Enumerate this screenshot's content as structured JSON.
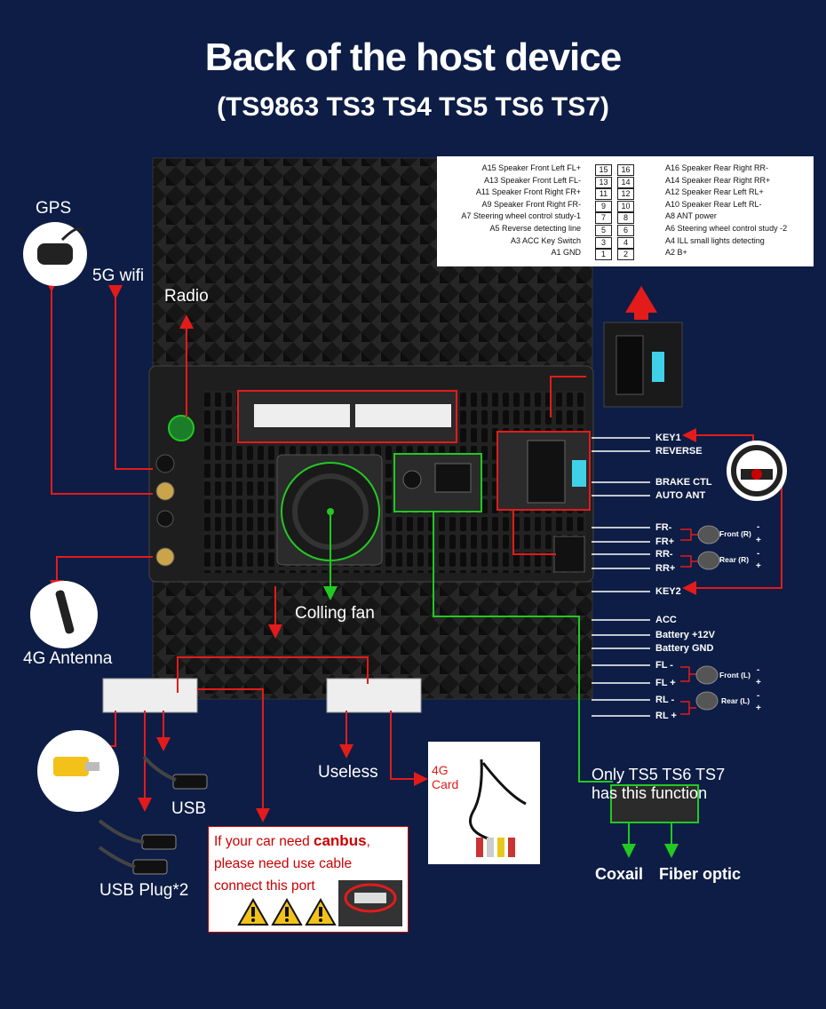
{
  "title": "Back of the host device",
  "subtitle": "(TS9863 TS3 TS4 TS5 TS6 TS7)",
  "pins_left": [
    {
      "label": "A15  Speaker Front Left FL+",
      "num": "15"
    },
    {
      "label": "A13  Speaker Front Left FL-",
      "num": "13"
    },
    {
      "label": "A11  Speaker Front Right FR+",
      "num": "11"
    },
    {
      "label": "A9    Speaker Front Right FR-",
      "num": "9"
    },
    {
      "label": "A7   Steering wheel control study-1",
      "num": "7"
    },
    {
      "label": "A5   Reverse detecting line",
      "num": "5"
    },
    {
      "label": "A3 ACC Key Switch",
      "num": "3"
    },
    {
      "label": "A1 GND",
      "num": "1"
    }
  ],
  "pins_right": [
    {
      "label": "A16 Speaker Rear Right RR-",
      "num": "16"
    },
    {
      "label": "A14 Speaker Rear Right RR+",
      "num": "14"
    },
    {
      "label": "A12 Speaker Rear Left RL+",
      "num": "12"
    },
    {
      "label": "A10 Speaker Rear Left RL-",
      "num": "10"
    },
    {
      "label": "A8   ANT power",
      "num": "8"
    },
    {
      "label": "A6   Steering wheel control study -2",
      "num": "6"
    },
    {
      "label": "A4   ILL small lights detecting",
      "num": "4"
    },
    {
      "label": "A2   B+",
      "num": "2"
    }
  ],
  "labels": {
    "gps": "GPS",
    "wifi": "5G wifi",
    "radio": "Radio",
    "antenna4g": "4G Antenna",
    "fan": "Colling fan",
    "useless": "Useless",
    "usb": "USB",
    "usb_plug": "USB Plug*2",
    "card4g": "4G\nCard",
    "only_ts": "Only TS5 TS6 TS7",
    "has_function": "has this function",
    "coxail": "Coxail",
    "fiber": "Fiber optic"
  },
  "right_labels": {
    "key1": "KEY1",
    "reverse": "REVERSE",
    "brake": "BRAKE CTL",
    "auto_ant": "AUTO ANT",
    "fr_minus": "FR-",
    "fr_plus": "FR+",
    "rr_minus": "RR-",
    "rr_plus": "RR+",
    "key2": "KEY2",
    "acc": "ACC",
    "battery12": "Battery +12V",
    "battery_gnd": "Battery GND",
    "fl_minus": "FL -",
    "fl_plus": "FL +",
    "rl_minus": "RL -",
    "rl_plus": "RL +"
  },
  "speakers": {
    "front_r": "Front (R)",
    "rear_r": "Rear (R)",
    "front_l": "Front (L)",
    "rear_l": "Rear (L)"
  },
  "canbus": {
    "line1_pre": "If your car need ",
    "line1_bold": "canbus",
    "line1_post": ",",
    "line2": "please need use cable",
    "line3": "connect this port"
  },
  "colors": {
    "background": "#0d1d45",
    "arrow_red": "#e31b1b",
    "arrow_green": "#22c922",
    "panel": "#1c1c1e"
  }
}
